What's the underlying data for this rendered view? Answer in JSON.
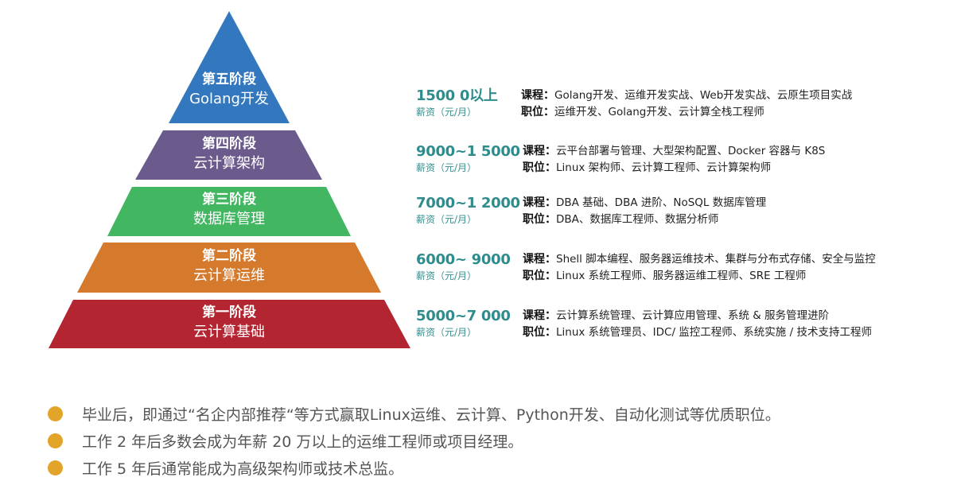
{
  "colors": {
    "stage5": "#3378be",
    "stage4": "#6b5a8c",
    "stage3": "#42b661",
    "stage2": "#d5792c",
    "stage1": "#b32631",
    "salary": "#2f8c8c",
    "bullet": "#e3a42a"
  },
  "stages": [
    {
      "title": "第五阶段",
      "subtitle": "Golang开发",
      "salary": "1500 0以上",
      "salary_unit": "薪资（元/月）",
      "course_label": "课程：",
      "course": "Golang开发、运维开发实战、Web开发实战、云原生项目实战",
      "position_label": "职位：",
      "position": "运维开发、Golang开发、云计算全栈工程师"
    },
    {
      "title": "第四阶段",
      "subtitle": "云计算架构",
      "salary": "9000~1 5000",
      "salary_unit": "薪资（元/月）",
      "course_label": "课程：",
      "course": "云平台部署与管理、大型架构配置、Docker 容器与 K8S",
      "position_label": "职位：",
      "position": "Linux 架构师、云计算工程师、云计算架构师"
    },
    {
      "title": "第三阶段",
      "subtitle": "数据库管理",
      "salary": "7000~1 2000",
      "salary_unit": "薪资（元/月）",
      "course_label": "课程：",
      "course": "DBA 基础、DBA 进阶、NoSQL 数据库管理",
      "position_label": "职位：",
      "position": "DBA、数据库工程师、数据分析师"
    },
    {
      "title": "第二阶段",
      "subtitle": "云计算运维",
      "salary": "6000~ 9000",
      "salary_unit": "薪资（元/月）",
      "course_label": "课程：",
      "course": "Shell 脚本编程、服务器运维技术、集群与分布式存储、安全与监控",
      "position_label": "职位：",
      "position": "Linux 系统工程师、服务器运维工程师、SRE 工程师"
    },
    {
      "title": "第一阶段",
      "subtitle": "云计算基础",
      "salary": "5000~7 000",
      "salary_unit": "薪资（元/月）",
      "course_label": "课程：",
      "course": "云计算系统管理、云计算应用管理、系统 & 服务管理进阶",
      "position_label": "职位：",
      "position": "Linux 系统管理员、IDC/ 监控工程师、系统实施 / 技术支持工程师"
    }
  ],
  "bullets": [
    "毕业后，即通过“名企内部推荐“等方式赢取Linux运维、云计算、Python开发、自动化测试等优质职位。",
    "工作 2 年后多数会成为年薪 20 万以上的运维工程师或项目经理。",
    "工作 5 年后通常能成为高级架构师或技术总监。"
  ]
}
